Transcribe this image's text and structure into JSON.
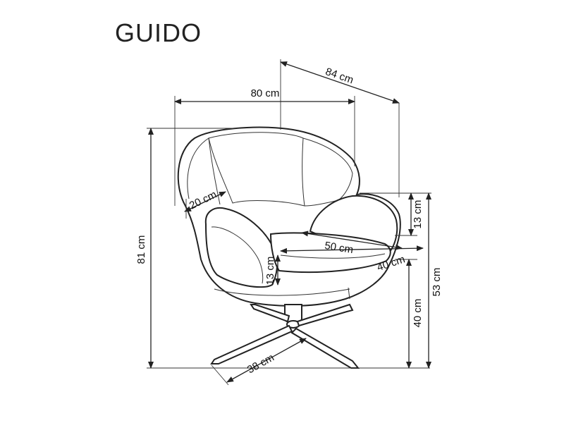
{
  "title": "GUIDO",
  "dimensions": {
    "depth": "84 cm",
    "width": "80 cm",
    "armrest_height": "13 cm",
    "total_height": "81 cm",
    "pillow": "20 cm",
    "seat_width": "50 cm",
    "seat_depth": "40 cm",
    "cushion_thickness": "13 cm",
    "seat_height": "53 cm",
    "base_height": "40 cm",
    "base_leg": "38 cm"
  }
}
